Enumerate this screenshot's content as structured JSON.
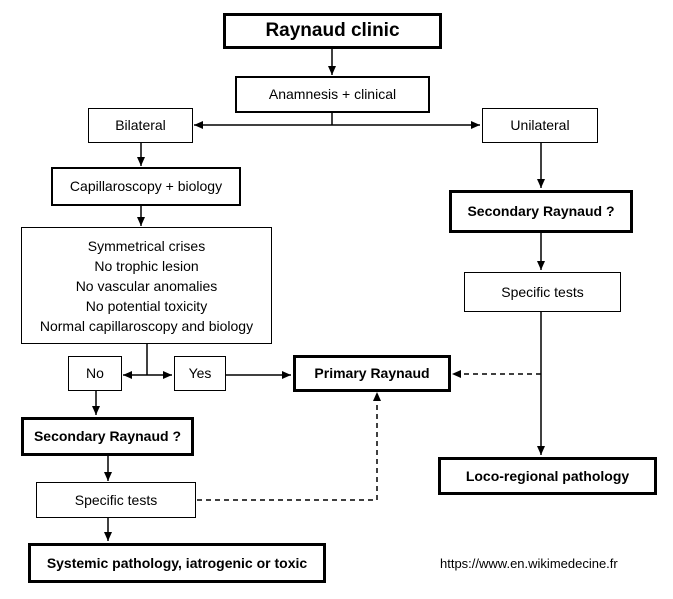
{
  "nodes": {
    "raynaud_clinic": "Raynaud clinic",
    "anamnesis": "Anamnesis + clinical",
    "bilateral": "Bilateral",
    "unilateral": "Unilateral",
    "capillaroscopy": "Capillaroscopy + biology",
    "criteria": [
      "Symmetrical crises",
      "No trophic lesion",
      "No vascular anomalies",
      "No potential toxicity",
      "Normal capillaroscopy and biology"
    ],
    "no": "No",
    "yes": "Yes",
    "primary_raynaud": "Primary Raynaud",
    "secondary_left": "Secondary Raynaud ?",
    "specific_tests_left": "Specific tests",
    "systemic": "Systemic pathology, iatrogenic or toxic",
    "secondary_right": "Secondary Raynaud ?",
    "specific_tests_right": "Specific tests",
    "loco_regional": "Loco-regional pathology"
  },
  "footer": {
    "url": "https://www.en.wikimedecine.fr"
  }
}
